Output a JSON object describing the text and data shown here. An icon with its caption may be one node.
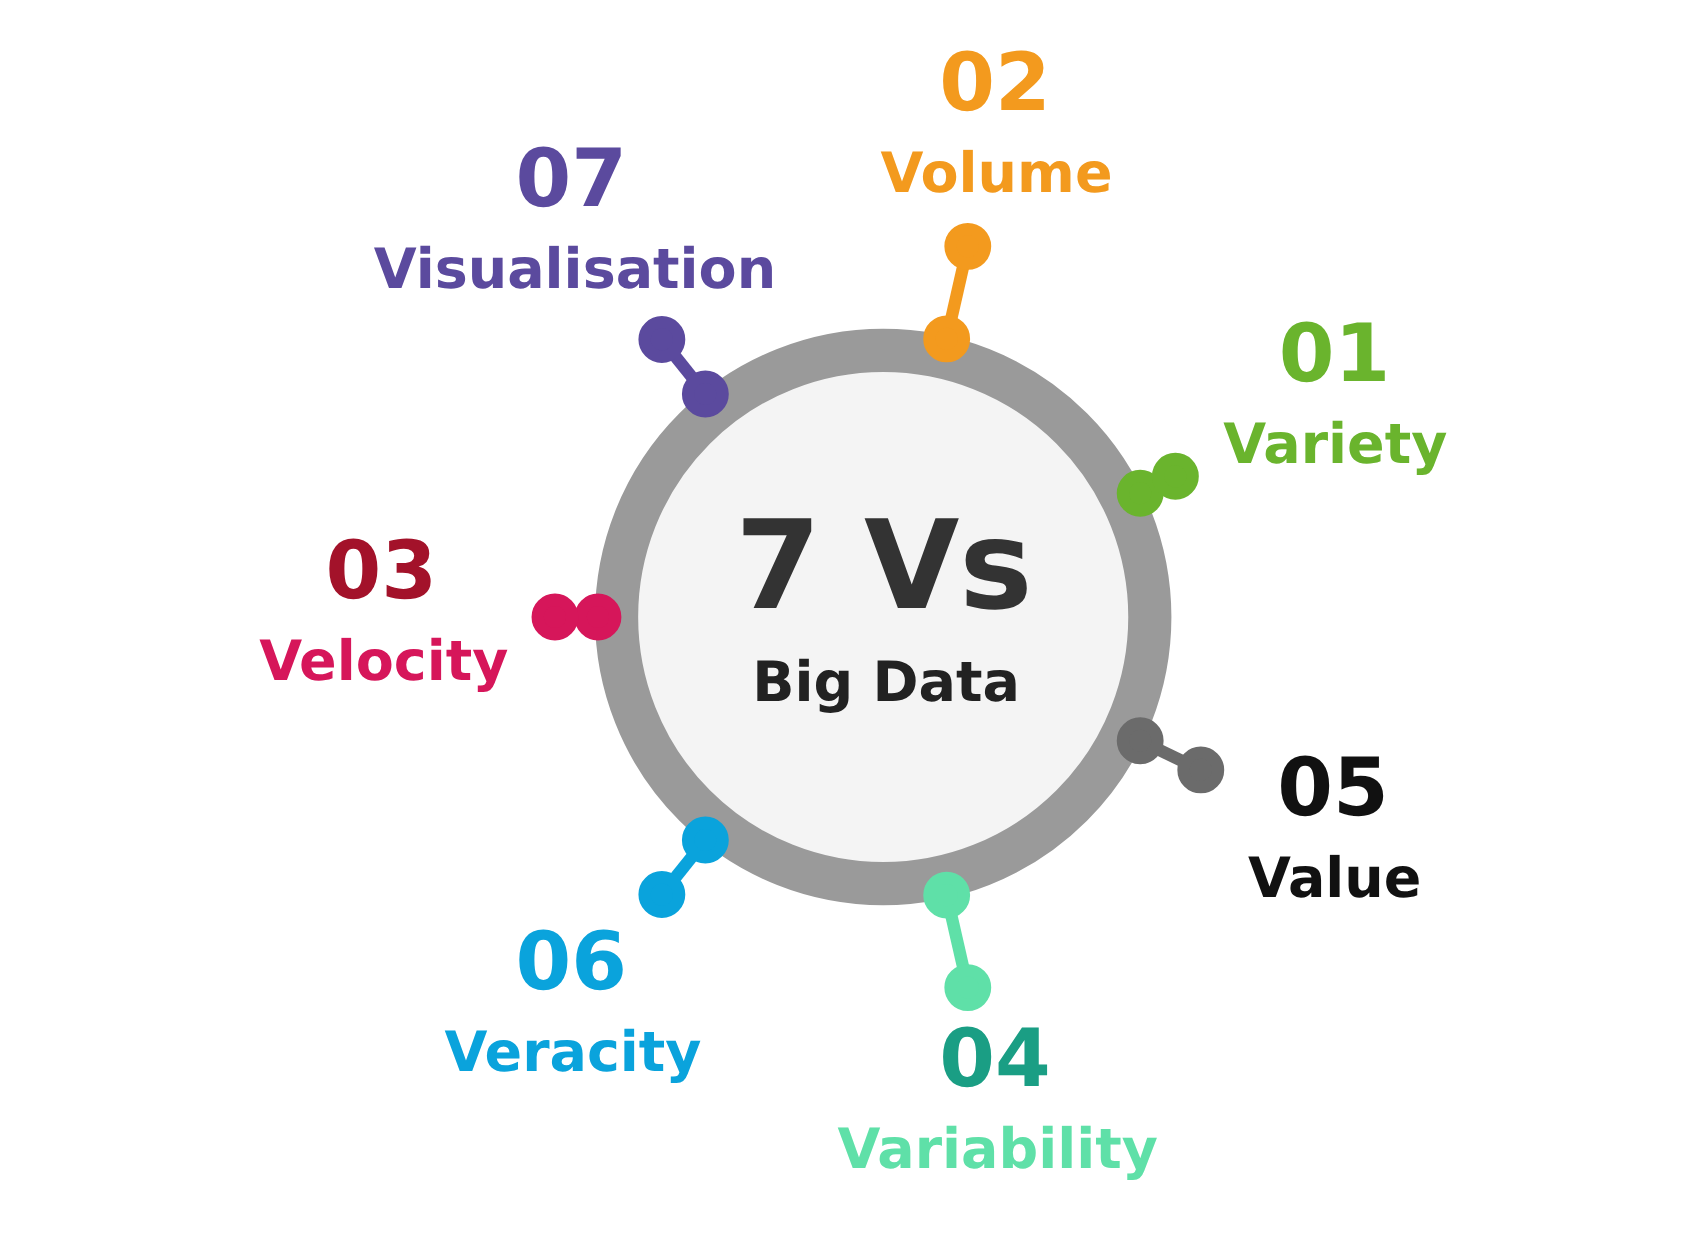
{
  "diagram": {
    "nodes": [
      {
        "text": [
          "01",
          "Variety"
        ]
      },
      {
        "text": [
          "02",
          "Volume"
        ]
      },
      {
        "text": [
          "07",
          "Visualisation"
        ]
      },
      {
        "text": [
          "03",
          "Velocity"
        ]
      },
      {
        "text": [
          "7 Vs",
          "Big Data"
        ]
      },
      {
        "text": [
          "06",
          "Veracity"
        ]
      },
      {
        "text": [
          "04",
          "Variability"
        ]
      },
      {
        "text": [
          "05",
          "Value"
        ]
      }
    ],
    "edges": [
      {
        "from": 4,
        "to": 0,
        "arrow": "other",
        "color": "#6ab42d"
      },
      {
        "from": 4,
        "to": 1,
        "arrow": "other",
        "color": "#f39a1e"
      },
      {
        "from": 4,
        "to": 3,
        "arrow": "other",
        "color": "#d6165a"
      },
      {
        "from": 4,
        "to": 6,
        "arrow": "other",
        "color": "#5fe0a8"
      },
      {
        "from": 4,
        "to": 7,
        "arrow": "other",
        "color": "#6b6b6b"
      },
      {
        "from": 4,
        "to": 5,
        "arrow": "other",
        "color": "#0aa3dc"
      },
      {
        "from": 4,
        "to": 2,
        "arrow": "other",
        "color": "#5b4a9e"
      }
    ]
  }
}
